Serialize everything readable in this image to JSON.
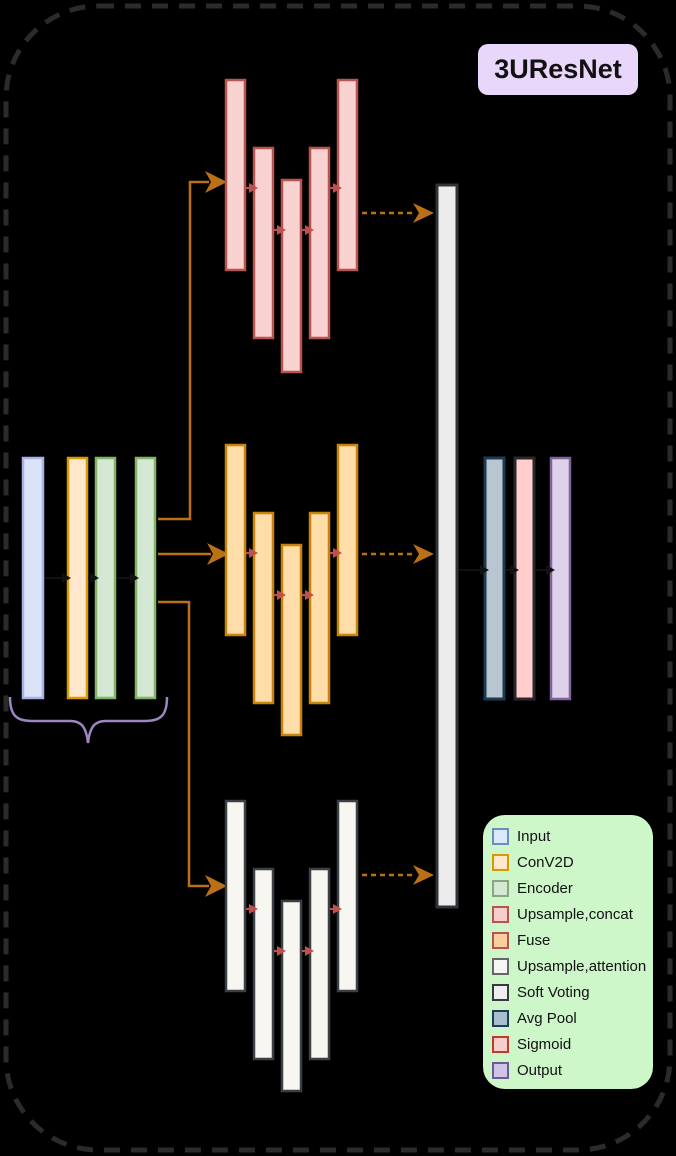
{
  "title": {
    "label": "3UResNet",
    "bg": "#e9d7fb"
  },
  "legend": {
    "bg": "#cdf6c9",
    "items": [
      {
        "label": "Input",
        "fill": "#dae8fc",
        "border": "#6c8ebf"
      },
      {
        "label": "ConV2D",
        "fill": "#ffe6cc",
        "border": "#d79b00"
      },
      {
        "label": "Encoder",
        "fill": "#d5e8d4",
        "border": "#8aa581"
      },
      {
        "label": "Upsample,concat",
        "fill": "#f8cecc",
        "border": "#b85450"
      },
      {
        "label": "Fuse",
        "fill": "#f9cf9e",
        "border": "#b85450"
      },
      {
        "label": "Upsample,attention",
        "fill": "#f5f5f5",
        "border": "#666666"
      },
      {
        "label": "Soft Voting",
        "fill": "#eeeeee",
        "border": "#36393d"
      },
      {
        "label": "Avg Pool",
        "fill": "#a9bfcd",
        "border": "#1f3d52"
      },
      {
        "label": "Sigmoid",
        "fill": "#f8cecc",
        "border": "#c0392b"
      },
      {
        "label": "Output",
        "fill": "#d0c3e8",
        "border": "#6d5a91"
      }
    ]
  },
  "diagram": {
    "background": "#000000",
    "frame_color": "#2b2b2b",
    "connector_color": "#b97017",
    "skip_arrow_color": "#c0504d",
    "brace_color": "#9c86c2",
    "groups": {
      "input_stack": {
        "bars": [
          "Input",
          "ConV2D",
          "Encoder",
          "Encoder"
        ]
      },
      "unet_top": {
        "type": "Upsample,concat",
        "bar_count": 5
      },
      "unet_middle": {
        "type": "Fuse",
        "bar_count": 5
      },
      "unet_bottom": {
        "type": "Upsample,attention",
        "bar_count": 5
      },
      "soft_voting_bar": {
        "type": "Soft Voting",
        "bar_count": 1
      },
      "output_stack": {
        "bars": [
          "Avg Pool",
          "Sigmoid",
          "Output"
        ]
      }
    },
    "flow": [
      "input_stack -> unet_top | unet_middle | unet_bottom",
      "unet_top | unet_middle | unet_bottom -> soft_voting_bar (dashed)",
      "soft_voting_bar -> output_stack"
    ]
  }
}
